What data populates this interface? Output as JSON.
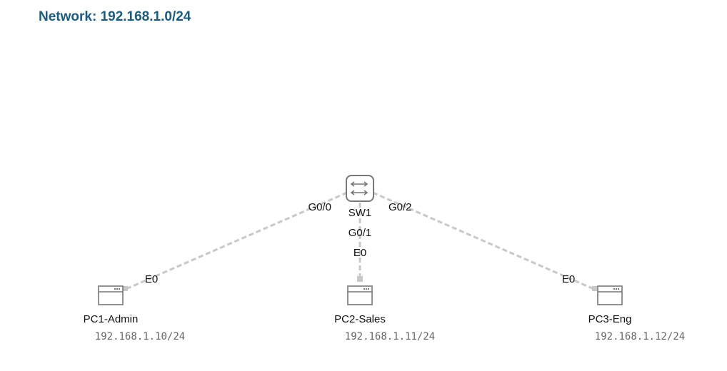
{
  "title": "Network: 192.168.1.0/24",
  "colors": {
    "title": "#1c5b7d",
    "link": "#c8c8c8",
    "device": "#777777",
    "ip": "#666666"
  },
  "switch": {
    "name": "SW1",
    "icon": "switch-icon"
  },
  "ports": {
    "g00": "G0/0",
    "g01": "G0/1",
    "g02": "G0/2"
  },
  "pcs": [
    {
      "name": "PC1-Admin",
      "ip": "192.168.1.10/24",
      "port": "E0",
      "icon": "pc-icon"
    },
    {
      "name": "PC2-Sales",
      "ip": "192.168.1.11/24",
      "port": "E0",
      "icon": "pc-icon"
    },
    {
      "name": "PC3-Eng",
      "ip": "192.168.1.12/24",
      "port": "E0",
      "icon": "pc-icon"
    }
  ]
}
